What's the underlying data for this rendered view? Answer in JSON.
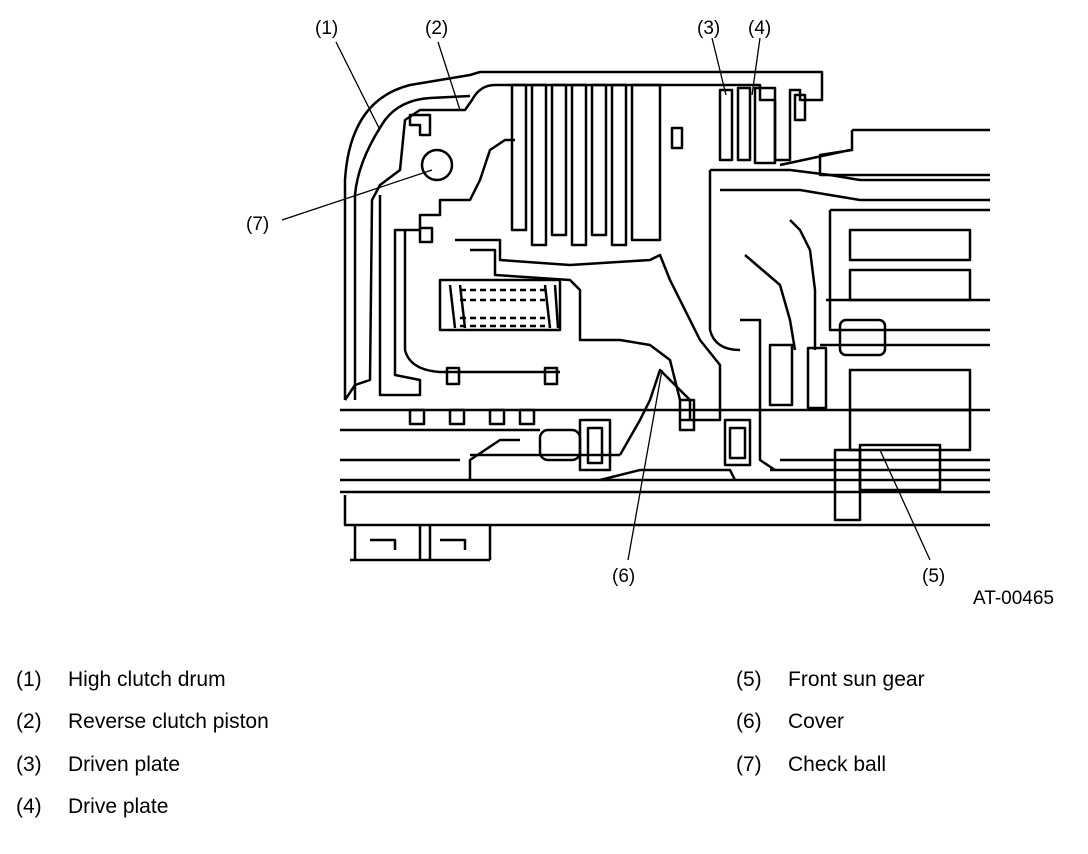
{
  "callouts": [
    "(1)",
    "(2)",
    "(3)",
    "(4)",
    "(5)",
    "(6)",
    "(7)"
  ],
  "figure_id": "AT-00465",
  "legend_left": [
    {
      "num": "(1)",
      "text": "High clutch drum"
    },
    {
      "num": "(2)",
      "text": "Reverse clutch piston"
    },
    {
      "num": "(3)",
      "text": "Driven plate"
    },
    {
      "num": "(4)",
      "text": "Drive plate"
    }
  ],
  "legend_right": [
    {
      "num": "(5)",
      "text": "Front sun gear"
    },
    {
      "num": "(6)",
      "text": "Cover"
    },
    {
      "num": "(7)",
      "text": "Check ball"
    }
  ]
}
